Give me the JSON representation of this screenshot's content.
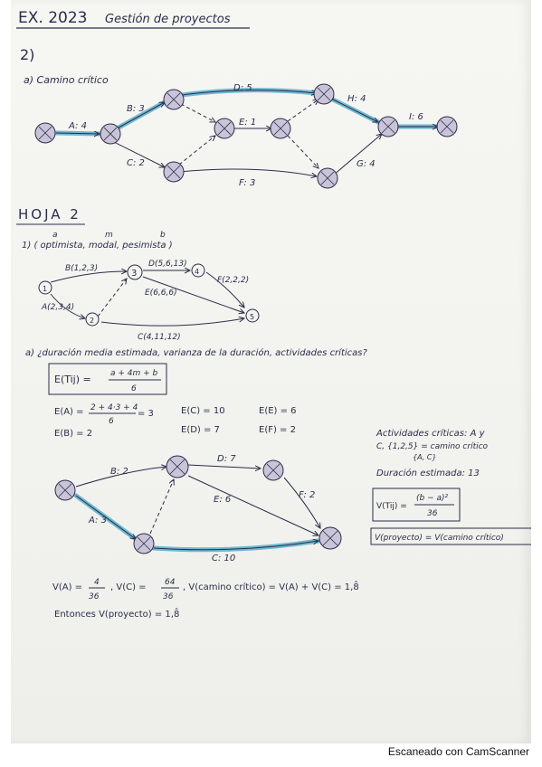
{
  "header": {
    "exam": "EX. 2023",
    "subject": "Gestión de proyectos"
  },
  "q2": {
    "number": "2)",
    "part_a": "a) Camino crítico",
    "activities": [
      "A: 4",
      "B: 3",
      "C: 2",
      "D: 5",
      "E: 1",
      "F: 3",
      "G: 4",
      "H: 4",
      "I: 6"
    ]
  },
  "hoja2": {
    "title": "HOJA 2",
    "q1": "1) ( optimista, modal, pesimista )",
    "letters": [
      "a",
      "m",
      "b"
    ],
    "net1_activities": [
      "B(1,2,3)",
      "D(5,6,13)",
      "F(2,2,2)",
      "E(6,6,6)",
      "A(2,3,4)",
      "C(4,11,12)"
    ],
    "net1_nodes": [
      "1",
      "2",
      "3",
      "4",
      "5"
    ],
    "part_a": "a) ¿duración media estimada, varianza de la duración, actividades críticas?",
    "formula_lhs": "E(Tij) =",
    "formula_num": "a + 4m + b",
    "formula_den": "6",
    "ea_lhs": "E(A) =",
    "ea_num": "2 + 4·3 + 4",
    "ea_den": "6",
    "ea_res": "= 3",
    "eb": "E(B) = 2",
    "ec": "E(C) = 10",
    "ed": "E(D) = 7",
    "ee": "E(E) = 6",
    "ef": "E(F) = 2",
    "net2_activities": [
      "B: 2",
      "D: 7",
      "E: 6",
      "F: 2",
      "A: 3",
      "C: 10"
    ],
    "crit1": "Actividades críticas: A y",
    "crit2": "C, {1,2,5} = camino crítico",
    "crit3": "{A, C}",
    "duracion": "Duración estimada: 13",
    "var_lhs": "V(Tij) =",
    "var_num": "(b − a)²",
    "var_den": "36",
    "vproj": "V(proyecto) = V(camino crítico)",
    "va_lhs": "V(A) =",
    "va_num": "4",
    "va_den": "36",
    "vc_lhs": ", V(C) =",
    "vc_num": "64",
    "vc_den": "36",
    "vcc": ", V(camino crítico) = V(A) + V(C) = 1,8̂",
    "entonces": "Entonces   V(proyecto) = 1,8̂"
  },
  "footer": "Escaneado con CamScanner",
  "colors": {
    "ink": "#2b2d4a",
    "critical": "#4fa9c8",
    "node_fill": "#c9c4d8",
    "paper": "#f4f4f0"
  }
}
